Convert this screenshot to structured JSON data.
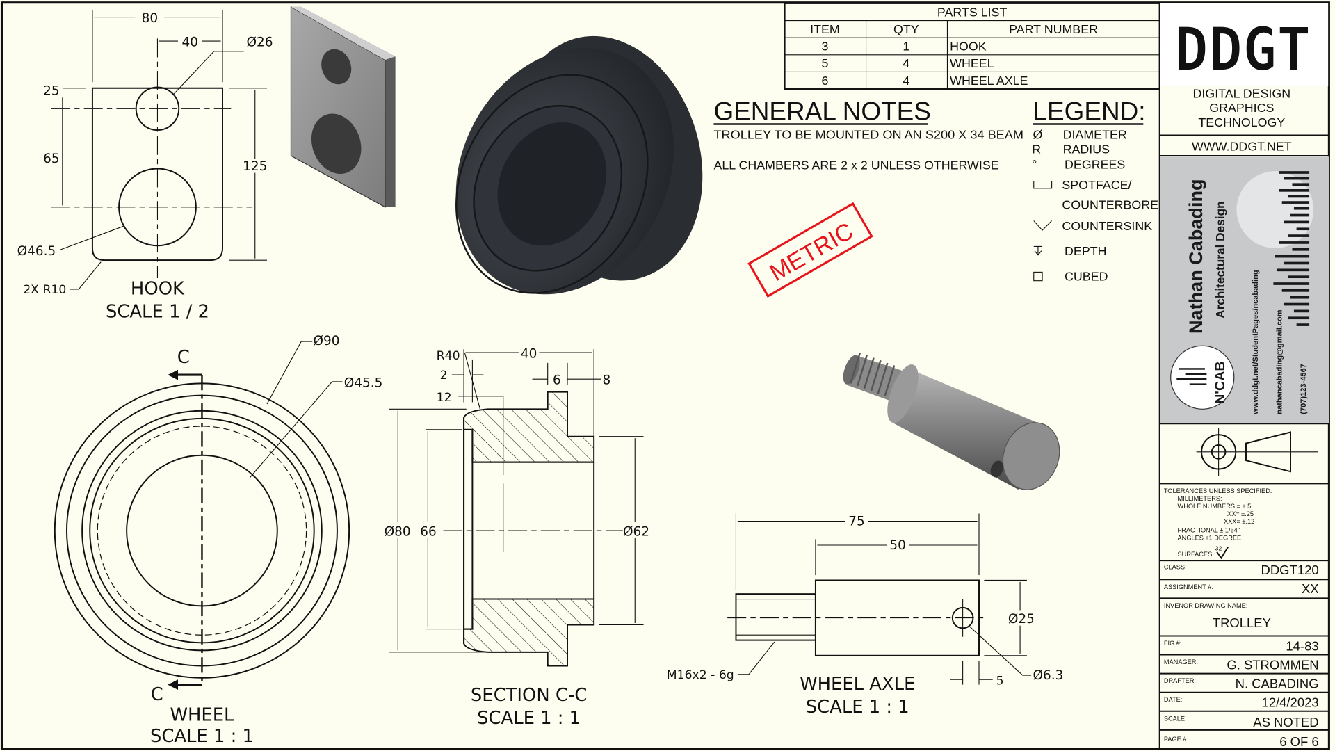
{
  "parts_list": {
    "title": "PARTS LIST",
    "headers": [
      "ITEM",
      "QTY",
      "PART NUMBER"
    ],
    "rows": [
      {
        "item": "3",
        "qty": "1",
        "part": "HOOK"
      },
      {
        "item": "5",
        "qty": "4",
        "part": "WHEEL"
      },
      {
        "item": "6",
        "qty": "4",
        "part": "WHEEL AXLE"
      }
    ]
  },
  "notes": {
    "title": "GENERAL NOTES",
    "lines": [
      "TROLLEY TO BE MOUNTED ON AN S200 X 34 BEAM",
      "ALL CHAMBERS ARE 2 x 2 UNLESS OTHERWISE"
    ]
  },
  "stamp": {
    "text": "METRIC",
    "color": "#e8141b"
  },
  "legend": {
    "title": "LEGEND:",
    "items": [
      {
        "symbol": "Ø",
        "label": "DIAMETER"
      },
      {
        "symbol": "R",
        "label": "RADIUS"
      },
      {
        "symbol": "°",
        "label": "DEGREES"
      },
      {
        "symbol": "spotface-icon",
        "label": "SPOTFACE/"
      },
      {
        "symbol": "",
        "label": "COUNTERBORE"
      },
      {
        "symbol": "countersink-icon",
        "label": "COUNTERSINK"
      },
      {
        "symbol": "depth-icon",
        "label": "DEPTH"
      },
      {
        "symbol": "square-icon",
        "label": "CUBED"
      }
    ]
  },
  "title_block": {
    "logo": "DDGT",
    "org_lines": [
      "DIGITAL DESIGN",
      "GRAPHICS",
      "TECHNOLOGY"
    ],
    "website": "WWW.DDGT.NET",
    "card": {
      "name": "Nathan Cabading",
      "subtitle": "Architectural Design",
      "url": "www.ddgt.net/StudentPages/ncabading",
      "email": "nathancabading@gmail.com",
      "phone": "(707)123-4567",
      "logo_text": "N'CAB"
    },
    "tolerances": [
      "TOLERANCES UNLESS SPECIFIED:",
      "MILLIMETERS:",
      "WHOLE NUMBERS = ±.5",
      "XX= ±.25",
      "XXX= ±.12",
      "FRACTIONAL ± 1/64\"",
      "ANGLES ±1 DEGREE",
      "SURFACES",
      "32"
    ],
    "fields": {
      "class_label": "CLASS:",
      "class": "DDGT120",
      "assignment_label": "ASSIGNMENT #:",
      "assignment": "XX",
      "name_label": "INVENOR DRAWING NAME:",
      "name": "TROLLEY",
      "fig_label": "FIG #:",
      "fig": "14-83",
      "manager_label": "MANAGER:",
      "manager": "G. STROMMEN",
      "drafter_label": "DRAFTER:",
      "drafter": "N. CABADING",
      "date_label": "DATE:",
      "date": "12/4/2023",
      "scale_label": "SCALE:",
      "scale": "AS NOTED",
      "page_label": "PAGE #:",
      "page": "6 OF 6"
    }
  },
  "hook": {
    "title": "HOOK",
    "scale": "SCALE 1 / 2",
    "dims": {
      "width": "80",
      "half": "40",
      "small_hole": "Ø26",
      "top": "25",
      "spacing": "65",
      "height": "125",
      "large_hole": "Ø46.5",
      "radius": "2X R10"
    }
  },
  "wheel": {
    "title": "WHEEL",
    "scale": "SCALE 1 : 1",
    "dims": {
      "outer": "Ø90",
      "inner": "Ø45.5"
    },
    "section_label": "C"
  },
  "section": {
    "title": "SECTION C-C",
    "scale": "SCALE 1 : 1",
    "dims": {
      "r": "R40",
      "total": "40",
      "d2": "2",
      "d12": "12",
      "d6": "6",
      "d8": "8",
      "d80": "Ø80",
      "d66": "66",
      "d62": "Ø62"
    }
  },
  "axle": {
    "title": "WHEEL AXLE",
    "scale": "SCALE 1 : 1",
    "dims": {
      "total": "75",
      "body": "50",
      "dia": "Ø25",
      "hole": "Ø6.3",
      "thread": "M16x2 - 6g",
      "offset": "5"
    }
  }
}
